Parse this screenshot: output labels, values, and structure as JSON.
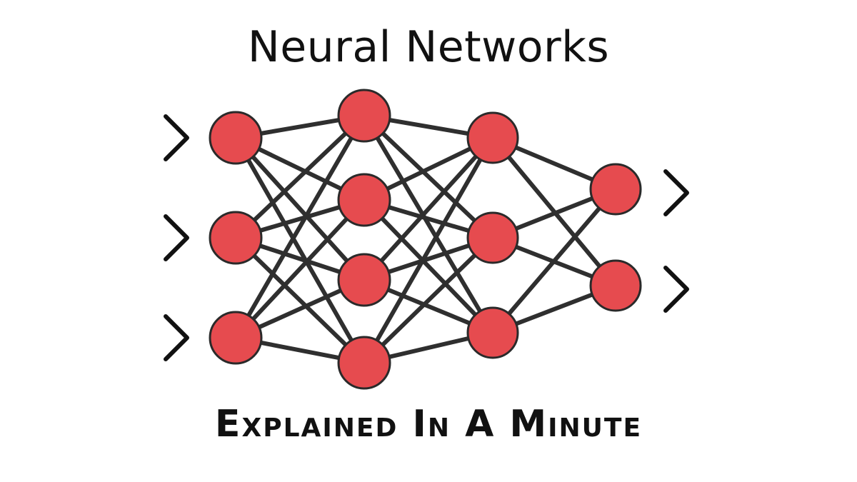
{
  "header": {
    "title": "Neural Networks"
  },
  "footer": {
    "subtitle": "Explained In A Minute"
  },
  "diagram": {
    "node_color": "#e64b4f",
    "node_stroke": "#2a2a2a",
    "edge_color": "#2f2f2f",
    "arrow_color": "#111111",
    "layers": [
      3,
      4,
      3,
      2
    ],
    "connectivity": "fully-connected",
    "input_arrow_icon": "chevron-right-icon",
    "output_arrow_icon": "chevron-right-icon"
  }
}
